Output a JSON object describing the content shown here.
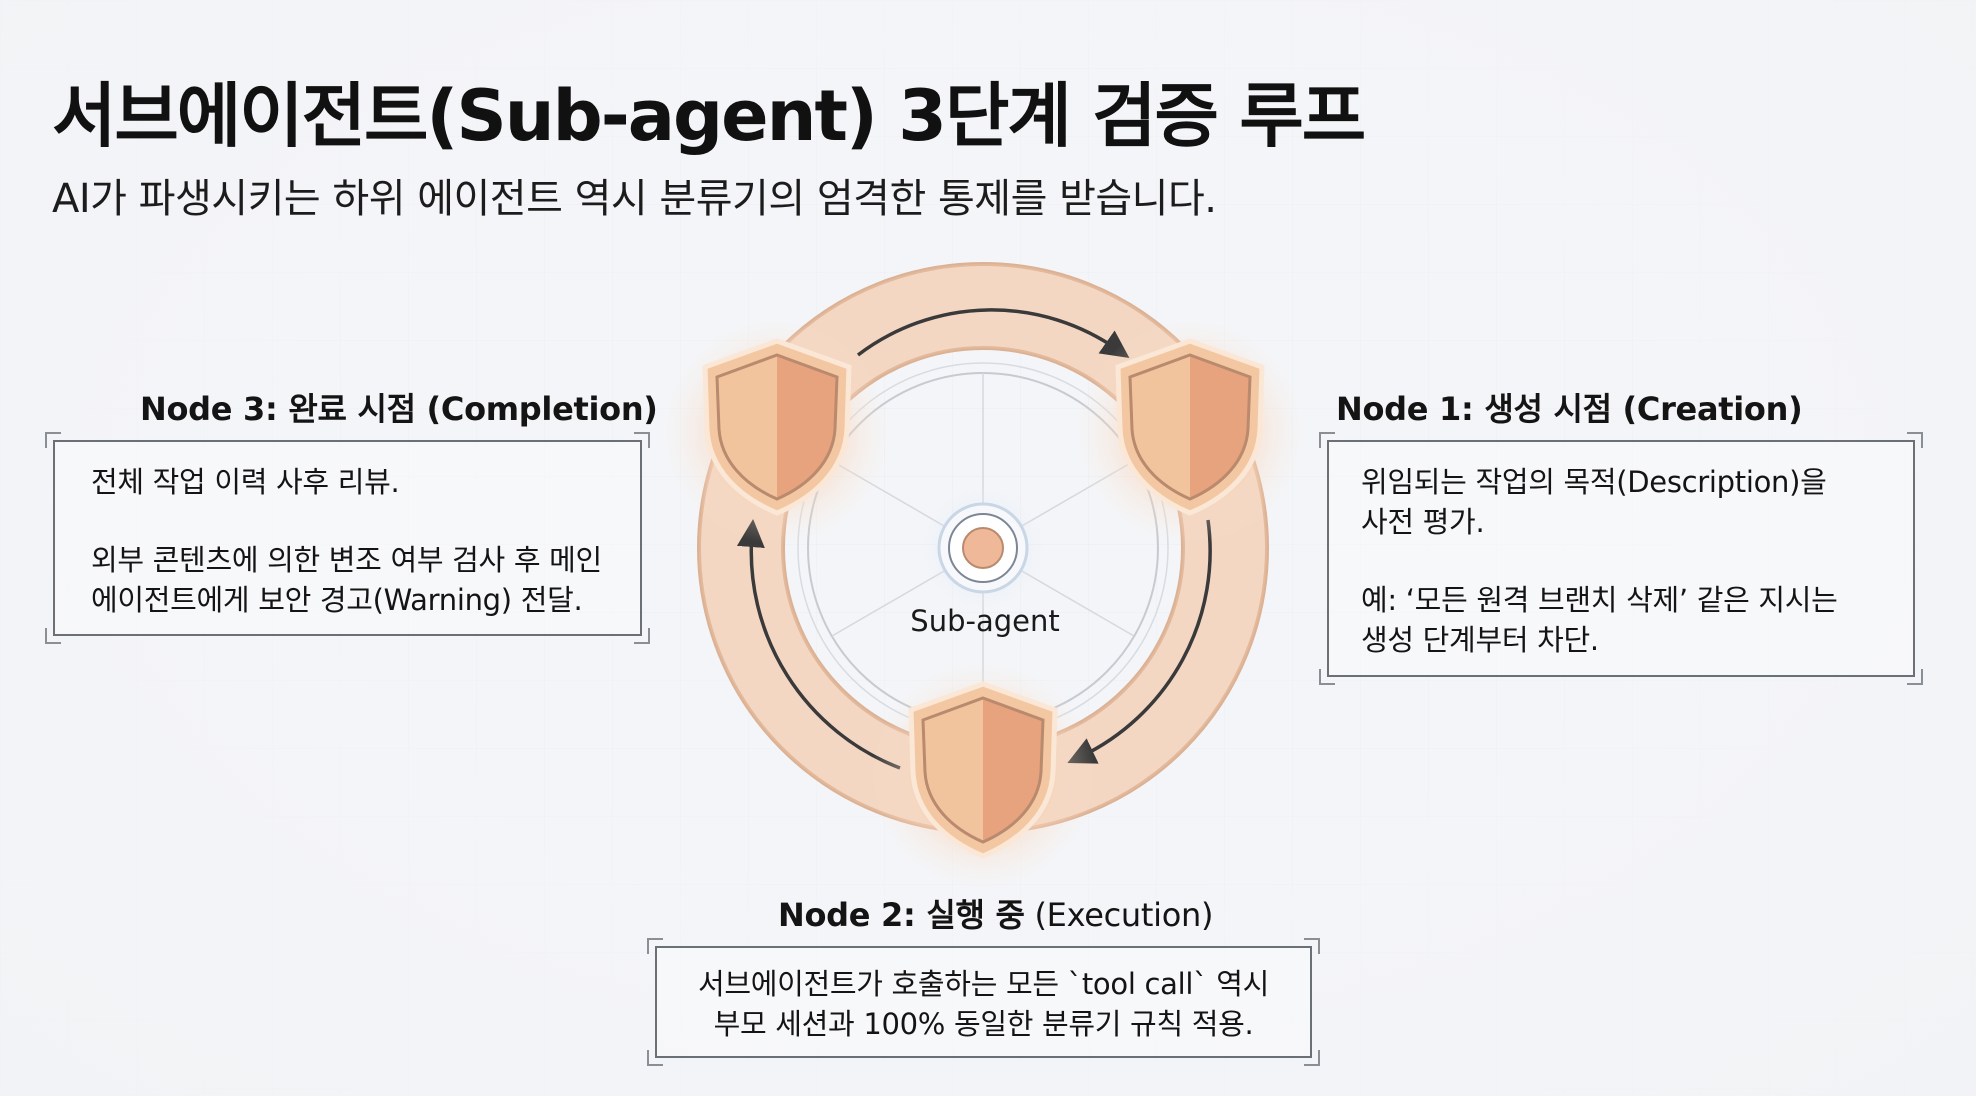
{
  "header": {
    "title": "서브에이전트(Sub-agent) 3단계 검증 루프",
    "subtitle": "AI가 파생시키는 하위 에이전트 역시 분류기의 엄격한 통제를 받습니다."
  },
  "center": {
    "label": "Sub-agent"
  },
  "nodes": [
    {
      "label_bold": "Node 1: 생성 시점 (Creation)",
      "lines_1": [
        "위임되는 작업의 목적(Description)을",
        "사전 평가."
      ],
      "lines_2": [
        "예: ‘모든 원격 브랜치 삭제’ 같은 지시는",
        "생성 단계부터 차단."
      ]
    },
    {
      "label_bold": "Node 2: 실행 중",
      "label_light": " (Execution)",
      "lines_1": [
        "서브에이전트가 호출하는 모든 `tool call` 역시",
        "부모 세션과 100% 동일한 분류기 규칙 적용."
      ]
    },
    {
      "label_bold": "Node 3: 완료 시점 (Completion)",
      "lines_1": [
        "전체 작업 이력 사후 리뷰."
      ],
      "lines_2": [
        "외부 콘텐츠에 의한 변조 여부 검사 후 메인",
        "에이전트에게 보안 경고(Warning) 전달."
      ]
    }
  ],
  "colors": {
    "ring": "#f2d3bd",
    "ring_edge": "#e3b99c",
    "arrow": "#3a3a3a",
    "shield_dark": "#e3a07c",
    "shield_light": "#f0c39c",
    "core": "#eab191"
  },
  "icons": [
    "shield-icon",
    "core-node-icon",
    "cycle-arrow-icon"
  ]
}
